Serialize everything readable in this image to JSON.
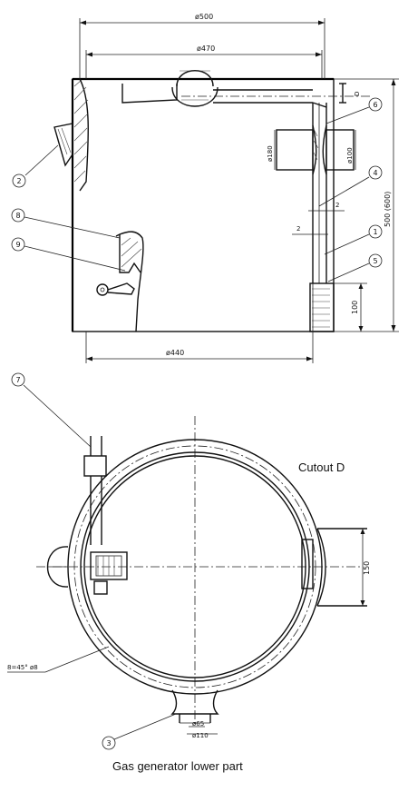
{
  "dimensions": {
    "d500": "ø500",
    "d470": "ø470",
    "d440": "ø440",
    "d180": "ø180",
    "d100": "ø100",
    "h500": "500 (600)",
    "h100": "100",
    "w150": "150",
    "d65": "ø65",
    "d110": "ø110",
    "t2a": "2",
    "t2b": "2",
    "weld": "8=45° ø8",
    "cut": "D"
  },
  "balloons": [
    "1",
    "2",
    "3",
    "4",
    "5",
    "6",
    "7",
    "8",
    "9"
  ],
  "labels": {
    "cutout": "Cutout D",
    "caption": "Gas generator lower part"
  }
}
